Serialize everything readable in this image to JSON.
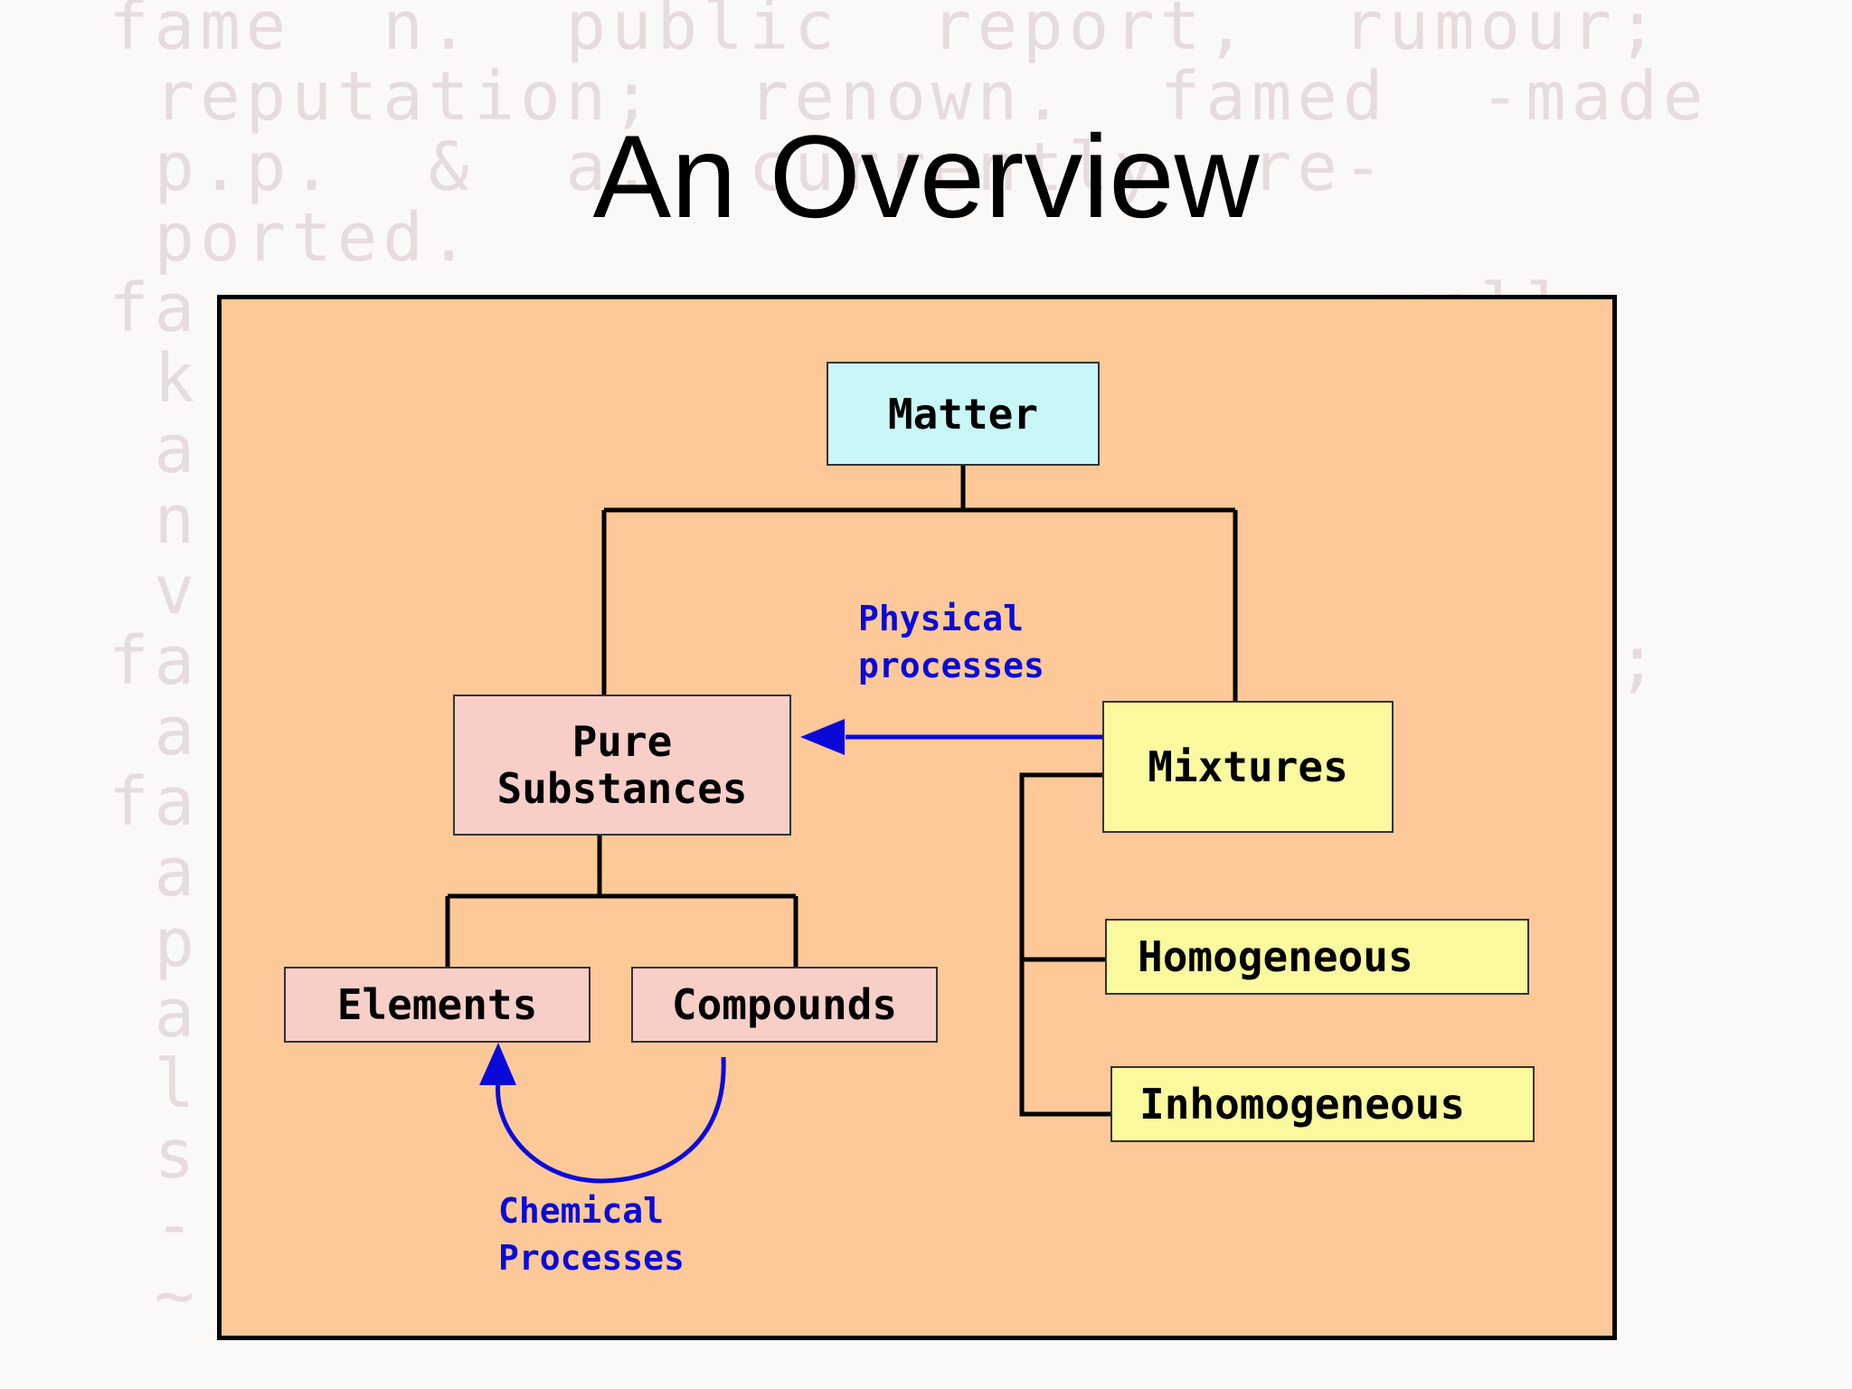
{
  "background_text": "fame  n.  public  report,  rumour;\n reputation;  renown.  famed  -made\n p.p.  &  a.  currently  re-\n ported.\nfa                          well\n k                          ions;\n a                          inti-\n n                          ading\n v\nfa                          iliar;\n a\nfa                          rents\n a                          ions;\n p                          rase;\n a                          ance,\n l                          en to\n s                          fly-\n -                          etc.\n ~ man, man with family, domestic",
  "title": "An Overview",
  "nodes": {
    "matter": "Matter",
    "pure_line1": "Pure",
    "pure_line2": "Substances",
    "mixtures": "Mixtures",
    "elements": "Elements",
    "compounds": "Compounds",
    "homogeneous": "Homogeneous",
    "inhomogeneous": "Inhomogeneous"
  },
  "labels": {
    "physical_line1": "Physical",
    "physical_line2": "processes",
    "chemical_line1": "Chemical",
    "chemical_line2": "Processes"
  },
  "colors": {
    "panel": "#fdc998",
    "matter_box": "#c9f7f7",
    "pure_box": "#f8cfc8",
    "mixture_box": "#fbf99e",
    "process_text": "#0a0ad8"
  }
}
